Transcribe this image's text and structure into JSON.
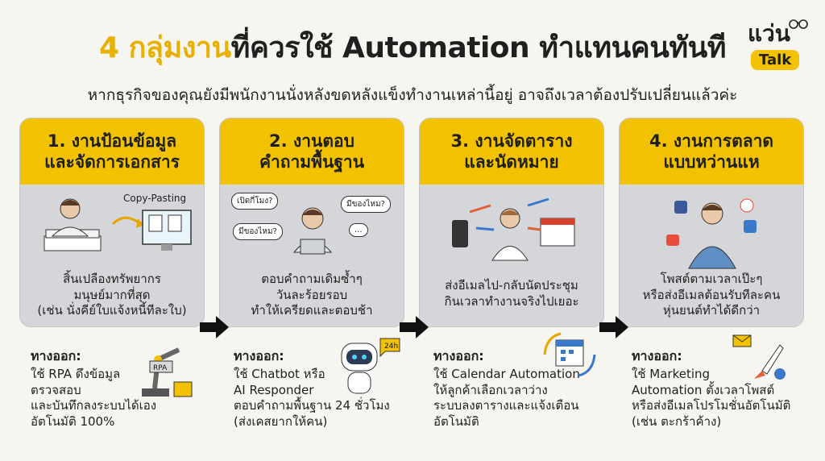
{
  "header": {
    "title_highlight": "4 กลุ่มงาน",
    "title_rest": "ที่ควรใช้ Automation ทำแทนคนทันที",
    "subtitle": "หากธุรกิจของคุณยังมีพนักงานนั่งหลังขดหลังแข็งทำงานเหล่านี้อยู่ อาจถึงเวลาต้องปรับเปลี่ยนแล้วค่ะ"
  },
  "brand": {
    "word": "แว่น",
    "pill": "Talk"
  },
  "colors": {
    "accent": "#f2c200",
    "card_bg": "#d4d6d9",
    "page_bg": "#f7f5f0"
  },
  "cards": [
    {
      "title": "1. งานป้อนข้อมูล\nและจัดการเอกสาร",
      "desc": "สิ้นเปลืองทรัพยากร\nมนุษย์มากที่สุด\n(เช่น นั่งคีย์ใบแจ้งหนี้ทีละใบ)",
      "tag": "Copy-Pasting",
      "sol_label": "ทางออก:",
      "sol_text": "ใช้ RPA ดึงข้อมูล\nตรวจสอบ\nและบันทึกลงระบบได้เอง\nอัตโนมัติ 100%",
      "sol_icon_text": "RPA"
    },
    {
      "title": "2. งานตอบ\nคำถามพื้นฐาน",
      "desc": "ตอบคำถามเดิมซ้ำๆ\nวันละร้อยรอบ\nทำให้เครียดและตอบช้า",
      "bubbles": [
        "เปิดกี่โมง?",
        "มีของไหม?",
        "มีของไหม?",
        "..."
      ],
      "sol_label": "ทางออก:",
      "sol_text": "ใช้ Chatbot หรือ\nAI Responder\nตอบคำถามพื้นฐาน 24 ชั่วโมง\n(ส่งเคสยากให้คน)",
      "sol_icon_text": "24h"
    },
    {
      "title": "3. งานจัดตาราง\nและนัดหมาย",
      "desc": "ส่งอีเมลไป-กลับนัดประชุม\nกินเวลาทำงานจริงไปเยอะ",
      "sol_label": "ทางออก:",
      "sol_text": "ใช้ Calendar Automation\nให้ลูกค้าเลือกเวลาว่าง\nระบบลงตารางและแจ้งเตือน\nอัตโนมัติ"
    },
    {
      "title": "4. งานการตลาด\nแบบหว่านแห",
      "desc": "โพสต์ตามเวลาเป๊ะๆ\nหรือส่งอีเมลต้อนรับทีละคน\nหุ่นยนต์ทำได้ดีกว่า",
      "sol_label": "ทางออก:",
      "sol_text": "ใช้ Marketing\nAutomation ตั้งเวลาโพสต์\nหรือส่งอีเมลโปรโมชั่นอัตโนมัติ\n(เช่น ตะกร้าค้าง)"
    }
  ]
}
